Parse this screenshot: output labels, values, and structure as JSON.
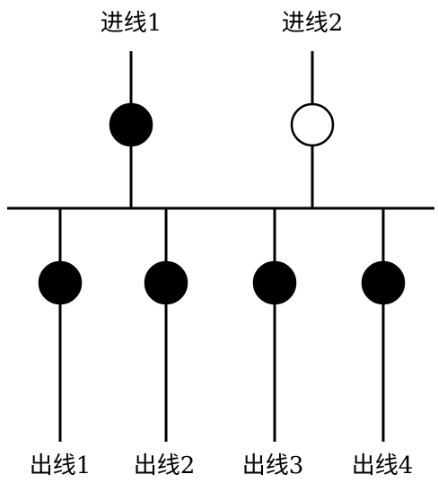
{
  "diagram": {
    "incoming": [
      {
        "label": "进线1",
        "state": "closed"
      },
      {
        "label": "进线2",
        "state": "open"
      }
    ],
    "outgoing": [
      {
        "label": "出线1",
        "state": "closed"
      },
      {
        "label": "出线2",
        "state": "closed"
      },
      {
        "label": "出线3",
        "state": "closed"
      },
      {
        "label": "出线4",
        "state": "closed"
      }
    ],
    "colors": {
      "line": "#000000",
      "closed_fill": "#000000",
      "open_fill": "#ffffff"
    }
  }
}
